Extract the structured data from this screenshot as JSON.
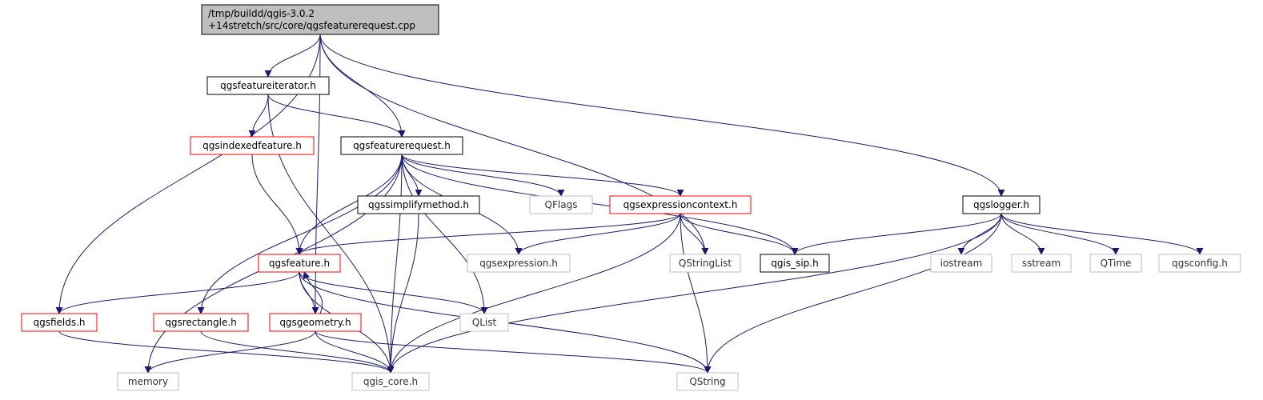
{
  "diagram": {
    "colors": {
      "edge": "#191970",
      "border_default": "#000000",
      "border_red": "#ff0000",
      "border_gray": "#bfbfbf",
      "root_fill": "#bfbfbf",
      "fill": "#ffffff"
    },
    "nodes": [
      {
        "id": "root",
        "lines": [
          "/tmp/buildd/qgis-3.0.2",
          "+14stretch/src/core/qgsfeaturerequest.cpp"
        ],
        "style": "root"
      },
      {
        "id": "qgsfeatureiterator",
        "lines": [
          "qgsfeatureiterator.h"
        ],
        "style": "default"
      },
      {
        "id": "qgsindexedfeature",
        "lines": [
          "qgsindexedfeature.h"
        ],
        "style": "red"
      },
      {
        "id": "qgsfeaturerequest",
        "lines": [
          "qgsfeaturerequest.h"
        ],
        "style": "default"
      },
      {
        "id": "qgssimplifymethod",
        "lines": [
          "qgssimplifymethod.h"
        ],
        "style": "default"
      },
      {
        "id": "QFlags",
        "lines": [
          "QFlags"
        ],
        "style": "gray"
      },
      {
        "id": "qgsexpressioncontext",
        "lines": [
          "qgsexpressioncontext.h"
        ],
        "style": "red"
      },
      {
        "id": "qgslogger",
        "lines": [
          "qgslogger.h"
        ],
        "style": "default"
      },
      {
        "id": "qgsfeature",
        "lines": [
          "qgsfeature.h"
        ],
        "style": "red"
      },
      {
        "id": "qgsexpression",
        "lines": [
          "qgsexpression.h"
        ],
        "style": "gray"
      },
      {
        "id": "QStringList",
        "lines": [
          "QStringList"
        ],
        "style": "gray"
      },
      {
        "id": "qgis_sip",
        "lines": [
          "qgis_sip.h"
        ],
        "style": "default"
      },
      {
        "id": "iostream",
        "lines": [
          "iostream"
        ],
        "style": "gray"
      },
      {
        "id": "sstream",
        "lines": [
          "sstream"
        ],
        "style": "gray"
      },
      {
        "id": "QTime",
        "lines": [
          "QTime"
        ],
        "style": "gray"
      },
      {
        "id": "qgsconfig",
        "lines": [
          "qgsconfig.h"
        ],
        "style": "gray"
      },
      {
        "id": "qgsfields",
        "lines": [
          "qgsfields.h"
        ],
        "style": "red"
      },
      {
        "id": "qgsrectangle",
        "lines": [
          "qgsrectangle.h"
        ],
        "style": "red"
      },
      {
        "id": "qgsgeometry",
        "lines": [
          "qgsgeometry.h"
        ],
        "style": "red"
      },
      {
        "id": "QList",
        "lines": [
          "QList"
        ],
        "style": "gray"
      },
      {
        "id": "memory",
        "lines": [
          "memory"
        ],
        "style": "gray"
      },
      {
        "id": "qgis_core",
        "lines": [
          "qgis_core.h"
        ],
        "style": "gray"
      },
      {
        "id": "QString",
        "lines": [
          "QString"
        ],
        "style": "gray"
      }
    ],
    "edges": [
      [
        "root",
        "qgsfeatureiterator"
      ],
      [
        "root",
        "qgsfeaturerequest"
      ],
      [
        "root",
        "qgslogger"
      ],
      [
        "root",
        "qgsfields"
      ],
      [
        "root",
        "qgsgeometry"
      ],
      [
        "root",
        "QStringList"
      ],
      [
        "qgsfeatureiterator",
        "qgsindexedfeature"
      ],
      [
        "qgsfeatureiterator",
        "qgsfeaturerequest"
      ],
      [
        "qgsfeatureiterator",
        "qgis_core"
      ],
      [
        "qgsindexedfeature",
        "qgsfeature"
      ],
      [
        "qgsfeaturerequest",
        "qgssimplifymethod"
      ],
      [
        "qgsfeaturerequest",
        "QFlags"
      ],
      [
        "qgsfeaturerequest",
        "qgsexpressioncontext"
      ],
      [
        "qgsfeaturerequest",
        "qgsfeature"
      ],
      [
        "qgsfeaturerequest",
        "qgsexpression"
      ],
      [
        "qgsfeaturerequest",
        "qgis_sip"
      ],
      [
        "qgsfeaturerequest",
        "qgsrectangle"
      ],
      [
        "qgsfeaturerequest",
        "QList"
      ],
      [
        "qgsfeaturerequest",
        "memory"
      ],
      [
        "qgsfeaturerequest",
        "qgis_core"
      ],
      [
        "qgssimplifymethod",
        "qgis_core"
      ],
      [
        "qgsexpressioncontext",
        "qgsfeature"
      ],
      [
        "qgsexpressioncontext",
        "qgsexpression"
      ],
      [
        "qgsexpressioncontext",
        "QStringList"
      ],
      [
        "qgsexpressioncontext",
        "qgis_sip"
      ],
      [
        "qgsexpressioncontext",
        "qgis_core"
      ],
      [
        "qgsexpressioncontext",
        "QString"
      ],
      [
        "qgslogger",
        "qgis_sip"
      ],
      [
        "qgslogger",
        "iostream"
      ],
      [
        "qgslogger",
        "sstream"
      ],
      [
        "qgslogger",
        "QTime"
      ],
      [
        "qgslogger",
        "qgsconfig"
      ],
      [
        "qgslogger",
        "qgis_core"
      ],
      [
        "qgslogger",
        "QString"
      ],
      [
        "qgsfeature",
        "qgsfields"
      ],
      [
        "qgsfeature",
        "qgsgeometry"
      ],
      [
        "qgsfeature",
        "QList"
      ],
      [
        "qgsfeature",
        "qgis_core"
      ],
      [
        "qgsfeature",
        "QString"
      ],
      [
        "qgsgeometry",
        "qgsfeature"
      ],
      [
        "qgsgeometry",
        "memory"
      ],
      [
        "qgsgeometry",
        "qgis_core"
      ],
      [
        "qgsgeometry",
        "QString"
      ],
      [
        "qgsfields",
        "qgis_core"
      ],
      [
        "qgsrectangle",
        "qgis_core"
      ]
    ]
  }
}
